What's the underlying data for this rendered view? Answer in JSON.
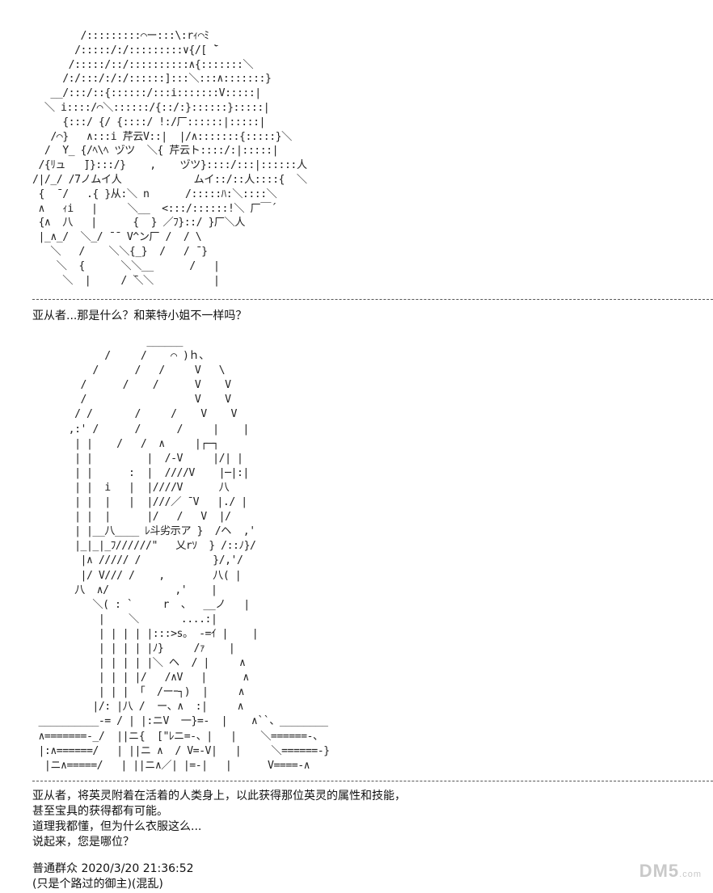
{
  "art_top": "        /:::::::::⌒ー:::\\:rｨ⌒ﾐ\n       /:::::/:/:::::::::∨{/[ ̄`\n      /:::::/::/::::::::::∧{:::::::＼\n     /:/:::/:/:/::::::]:::＼:::∧:::::::}\n   __/:::/::{::::::/:::i:::::::V:::::|\n  ＼ i::::/⌒＼::::::/{::/:}::::::}:::::|\n     {:::/ {/ {::::/ !:/厂::::::|:::::|\n   /⌒}   ∧:::i 芹云V::|  |/∧:::::::{:::::}＼\n  /  Y_ {/ﾍ\\ﾍ ヅツ  ＼{ 芹云ト::::/:|:::::|\n /{ﾘュ   ̄]}:::/}    ,    ヅツ}::::/:::|::::::人\n/|/_/ /7ノムイ人            ムイ::/::人::::{  ＼\n {  ̄ /   .{ }从:＼ n      /:::::ﾊ:＼::::＼\n ∧   ｨi   |     ＼__  <:::/::::::!＼ 厂￣´\n {∧  八   |      {  } ／ﾌ}::/ }厂＼人\n |_∧_/  ＼_/ ̄ ̄  V^ン厂 /  / \\\n   ＼   /    ＼＼{_}  /   / ̄ }\n    ＼  {      ＼＼__      /   |\n     ＼  |     / ̄＼＼          |",
  "dialogue_1": "亚从者...那是什么？和莱特小姐不一样吗？",
  "art_bottom": "                   ______\n            /     /    ⌒ )ｈ、\n          /      /   /     V   \\\n        /      /    /      V    V\n        /                  V    V\n       / /       /     /    V    V\n      ,:' /      /      /     |    |\n       | |    /   /  ∧     |┌─┐\n       | |         |  /-V     |/| |\n       | |      :  |  ////V    |─|:|\n       | |  i   |  |////V      八\n       | |  |   |  |///／ ̄ V   |./ |\n       | |  |      |/   /   V  |/\n       | |__八____ ﾚ斗劣示ア }  /ヘ  ,'\n       |_|_|_ﾌ//////\"   乂rｿ  } /::ﾉ}/\n        |∧ ///// /            }/,'/\n        |/ V/// /    ,        八( |\n       八  ∧/           ,'    |\n          ＼( : `     r  、  __ノ   |\n           |    ＼       ....:|\n           | | | | |:::>s。 -=ｲ |    |\n           | | | | |ﾉ}     /ｧ    |\n           | | | | |＼ ヘ  / |     ∧\n           | | | |/   /∧V   |      ∧\n           | | | 「  /ーｰ┐)  |     ∧\n          |/: |八 /  ー、∧  :|     ∧\n __________-= / | |:ニV  一}=-  |    ∧``、________\n ∧=======-_/  ||ニ{  [\"ﾚニ=-、|   |    ＼======-、\n |:∧======/   | ||ニ ∧  / V=-V|   |     ＼======-}\n  |ニ∧=====/   | ||ニ∧／| |=-|   |      V====-∧",
  "dialogue_2": [
    "亚从者，将英灵附着在活着的人类身上，以此获得那位英灵的属性和技能，",
    "甚至宝具的获得都有可能。",
    "道理我都懂，但为什么衣服这么...",
    "说起来，您是哪位？"
  ],
  "post": {
    "author": "普通群众",
    "timestamp": "2020/3/20 21:36:52",
    "note": "(只是个路过的御主)(混乱)"
  },
  "watermark": {
    "brand": "DM5",
    "domain": ".com"
  }
}
